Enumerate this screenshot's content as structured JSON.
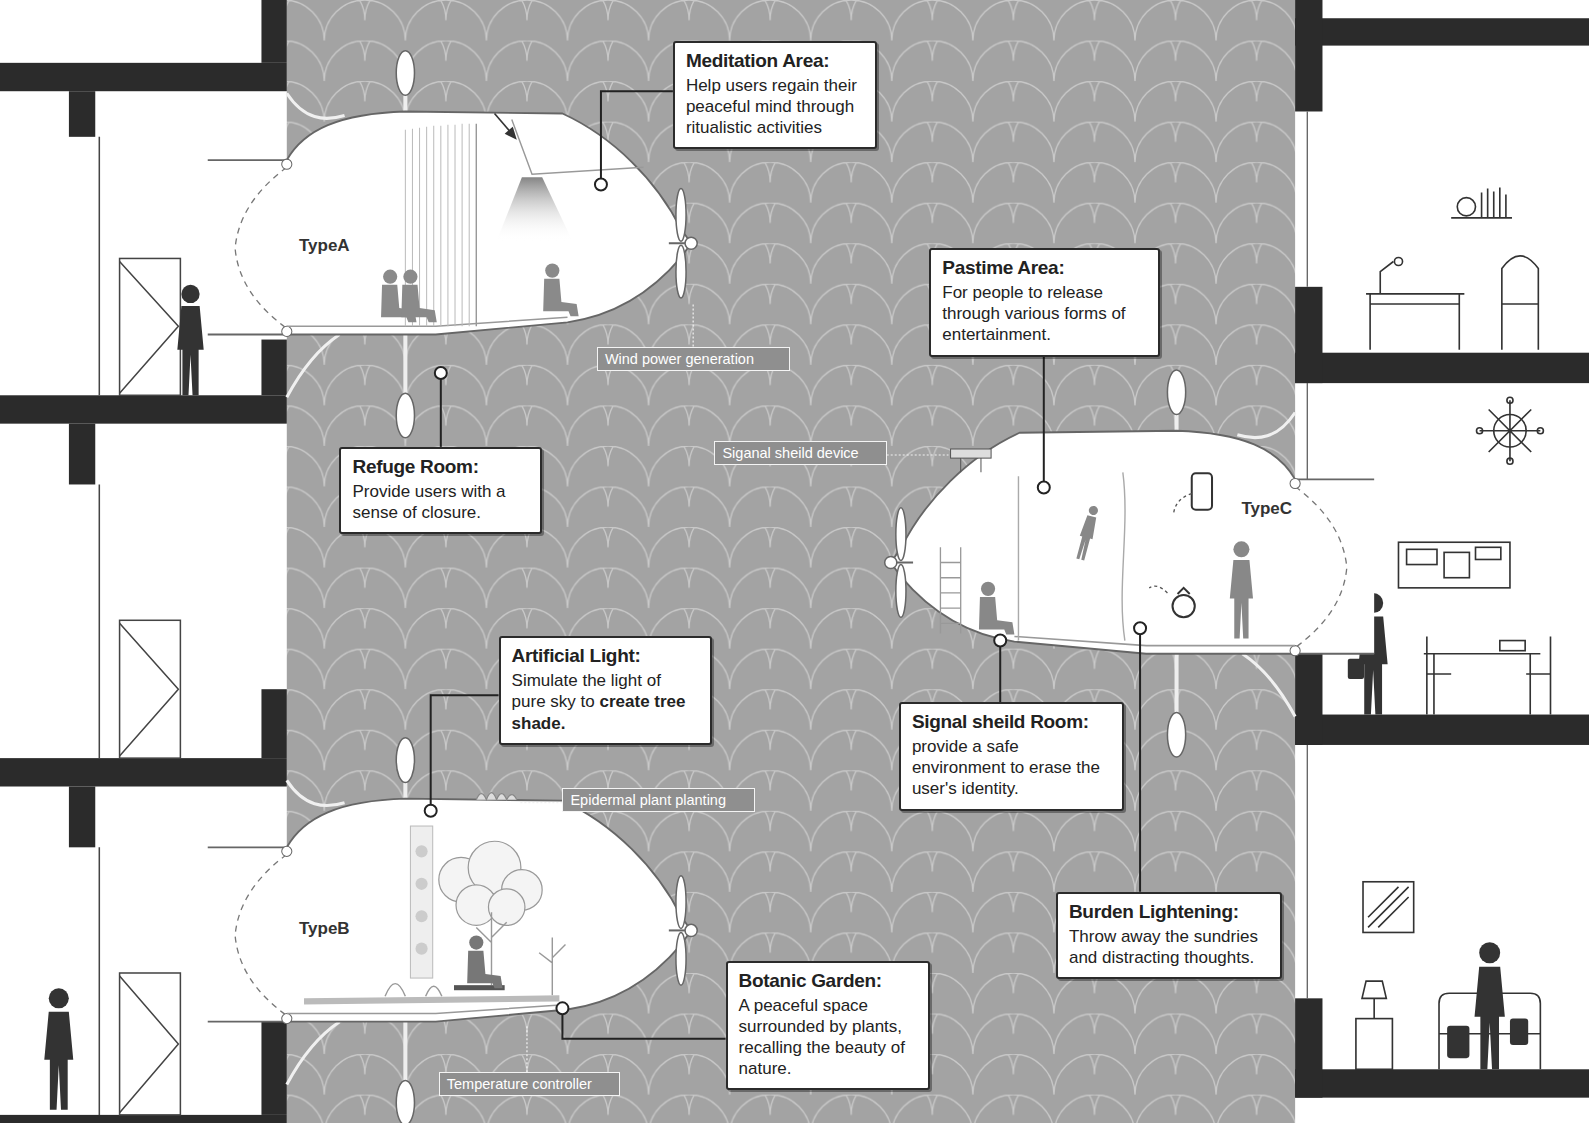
{
  "diagram": {
    "nodes": [
      {
        "text": [
          "Meditation Area:",
          "Help users regain their peaceful mind through ritualistic activities"
        ]
      },
      {
        "text": [
          "Pastime Area:",
          "For people to release through various forms of entertainment."
        ]
      },
      {
        "text": [
          "Wind power generation"
        ]
      },
      {
        "text": [
          "Siganal sheild device"
        ]
      },
      {
        "text": [
          "Refuge Room:",
          "Provide users with a sense of closure."
        ]
      },
      {
        "text": [
          "Artificial Light:",
          "Simulate the light of pure sky to",
          "create tree shade."
        ]
      },
      {
        "text": [
          "Signal sheild Room:",
          "provide a safe environment to erase the user's identity."
        ]
      },
      {
        "text": [
          "Epidermal plant planting"
        ]
      },
      {
        "text": [
          "Burden Lightening:",
          "Throw away the sundries and distracting thoughts."
        ]
      },
      {
        "text": [
          "Botanic Garden:",
          "A peaceful space surrounded by plants, recalling the beauty of nature."
        ]
      },
      {
        "text": [
          "Temperature controller"
        ]
      }
    ],
    "labels": [
      "TypeA",
      "TypeB",
      "TypeC"
    ]
  }
}
